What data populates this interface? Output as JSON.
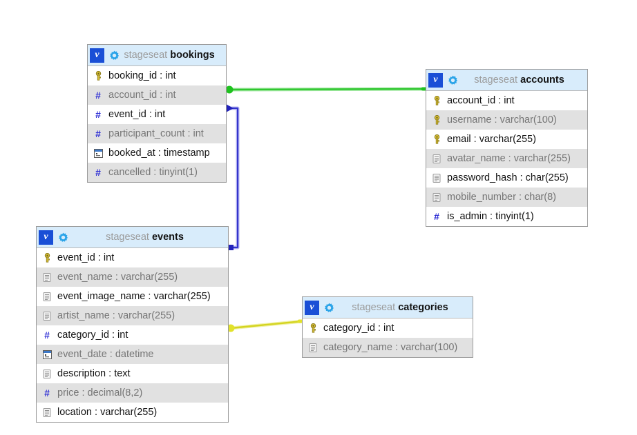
{
  "diagram": {
    "schema_label": "stageseat",
    "colors": {
      "header_bg": "#d8ecfb",
      "badge_blue": "#1a4fd6",
      "gear_blue": "#2196f3",
      "stripe_gray": "#e1e1e1",
      "border_gray": "#9a9a9a",
      "pk_key_yellow": "#d2b52a",
      "numeric_hash_blue": "#2b2bd4",
      "relation_green": "#33cc33",
      "relation_blue": "#4444dd",
      "relation_yellow": "#d8d82a"
    }
  },
  "tables": [
    {
      "id": "bookings",
      "schema": "stageseat",
      "name": "bookings",
      "columns": [
        {
          "label": "booking_id : int",
          "icon": "key-icon",
          "shade": "white"
        },
        {
          "label": "account_id : int",
          "icon": "numeric-icon",
          "shade": "gray"
        },
        {
          "label": "event_id : int",
          "icon": "numeric-icon",
          "shade": "white"
        },
        {
          "label": "participant_count : int",
          "icon": "numeric-icon",
          "shade": "gray"
        },
        {
          "label": "booked_at : timestamp",
          "icon": "calendar-icon",
          "shade": "white"
        },
        {
          "label": "cancelled : tinyint(1)",
          "icon": "numeric-icon",
          "shade": "gray"
        }
      ]
    },
    {
      "id": "accounts",
      "schema": "stageseat",
      "name": "accounts",
      "columns": [
        {
          "label": "account_id : int",
          "icon": "key-icon",
          "shade": "white"
        },
        {
          "label": "username : varchar(100)",
          "icon": "key-icon",
          "shade": "gray"
        },
        {
          "label": "email : varchar(255)",
          "icon": "key-icon",
          "shade": "white"
        },
        {
          "label": "avatar_name : varchar(255)",
          "icon": "text-icon",
          "shade": "gray"
        },
        {
          "label": "password_hash : char(255)",
          "icon": "text-icon",
          "shade": "white"
        },
        {
          "label": "mobile_number : char(8)",
          "icon": "text-icon",
          "shade": "gray"
        },
        {
          "label": "is_admin : tinyint(1)",
          "icon": "numeric-icon",
          "shade": "white"
        }
      ]
    },
    {
      "id": "events",
      "schema": "stageseat",
      "name": "events",
      "columns": [
        {
          "label": "event_id : int",
          "icon": "key-icon",
          "shade": "white"
        },
        {
          "label": "event_name : varchar(255)",
          "icon": "text-icon",
          "shade": "gray"
        },
        {
          "label": "event_image_name : varchar(255)",
          "icon": "text-icon",
          "shade": "white"
        },
        {
          "label": "artist_name : varchar(255)",
          "icon": "text-icon",
          "shade": "gray"
        },
        {
          "label": "category_id : int",
          "icon": "numeric-icon",
          "shade": "white"
        },
        {
          "label": "event_date : datetime",
          "icon": "calendar-icon",
          "shade": "gray"
        },
        {
          "label": "description : text",
          "icon": "text-icon",
          "shade": "white"
        },
        {
          "label": "price : decimal(8,2)",
          "icon": "numeric-icon",
          "shade": "gray"
        },
        {
          "label": "location : varchar(255)",
          "icon": "text-icon",
          "shade": "white"
        }
      ]
    },
    {
      "id": "categories",
      "schema": "stageseat",
      "name": "categories",
      "columns": [
        {
          "label": "category_id : int",
          "icon": "key-icon",
          "shade": "white"
        },
        {
          "label": "category_name : varchar(100)",
          "icon": "text-icon",
          "shade": "gray"
        }
      ]
    }
  ],
  "relations": [
    {
      "id": "bookings-accounts",
      "color": "#33cc33",
      "from_table": "bookings",
      "from_column": "account_id : int",
      "to_table": "accounts",
      "to_column": "account_id : int"
    },
    {
      "id": "bookings-events",
      "color": "#4444dd",
      "from_table": "bookings",
      "from_column": "event_id : int",
      "to_table": "events",
      "to_column": "event_id : int"
    },
    {
      "id": "events-categories",
      "color": "#d8d82a",
      "from_table": "events",
      "from_column": "category_id : int",
      "to_table": "categories",
      "to_column": "category_id : int"
    }
  ]
}
